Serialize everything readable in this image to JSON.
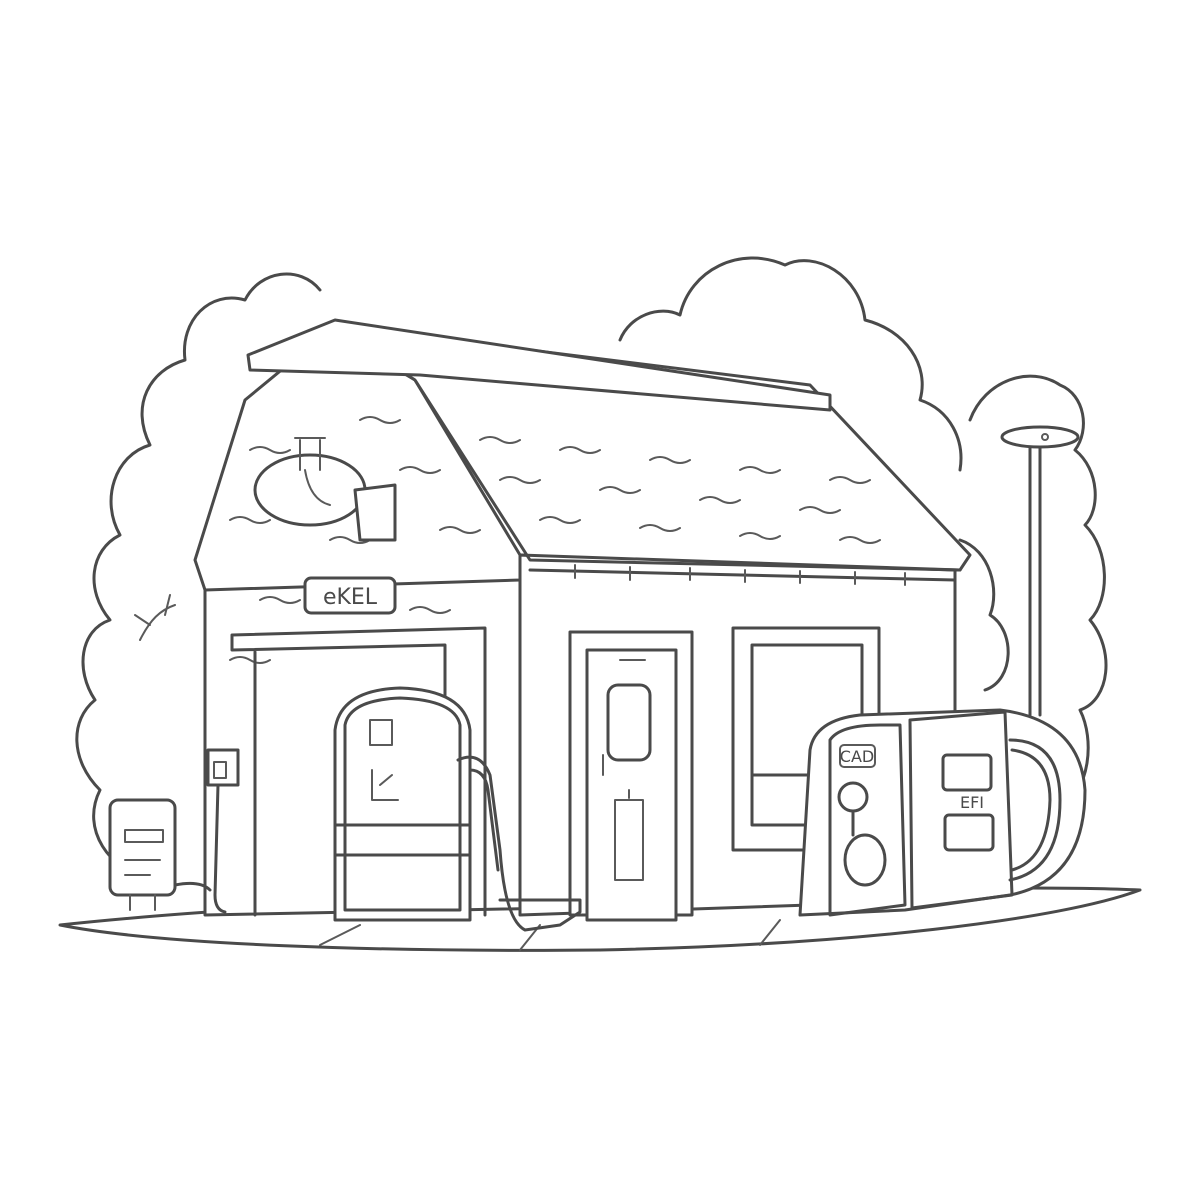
{
  "building_sign": {
    "text": "eKEL"
  },
  "pump_right": {
    "top_label": "CAD",
    "side_label": "EFI"
  },
  "colors": {
    "line": "#4a4a4a",
    "background": "#ffffff"
  },
  "icons": [
    "tree-cloud-icon",
    "street-lamp-icon",
    "fuel-pump-icon",
    "fuel-nozzle-icon",
    "door-icon",
    "window-icon",
    "sign-board-icon"
  ]
}
